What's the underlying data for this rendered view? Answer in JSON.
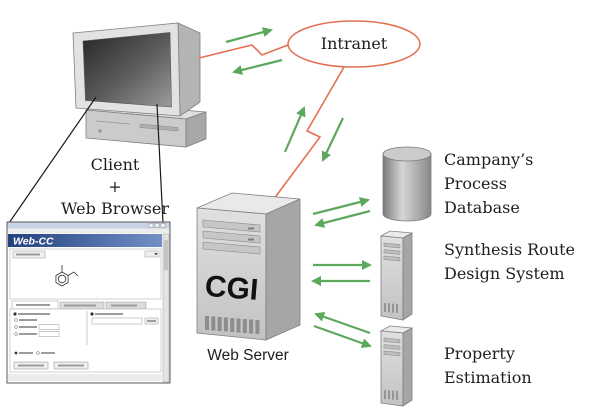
{
  "colors": {
    "link_line": "#e4704f",
    "arrow": "#5ea85e",
    "text": "#1e1e1e"
  },
  "client": {
    "icon": "desktop-computer-icon",
    "label_lines": [
      "Client",
      "+",
      "Web Browser"
    ]
  },
  "browser_window": {
    "app_title": "Web-CC"
  },
  "intranet": {
    "label": "Intranet"
  },
  "web_server": {
    "icon": "server-tower-icon",
    "badge": "CGI",
    "label": "Web Server"
  },
  "database": {
    "icon": "database-cylinder-icon",
    "label_lines": [
      "Campany’s",
      "Process",
      "Database"
    ]
  },
  "synthesis_system": {
    "icon": "server-tower-icon",
    "label_lines": [
      "Synthesis Route",
      "Design System"
    ]
  },
  "property_estimation": {
    "icon": "server-tower-icon",
    "label_lines": [
      "Property",
      "Estimation"
    ]
  }
}
